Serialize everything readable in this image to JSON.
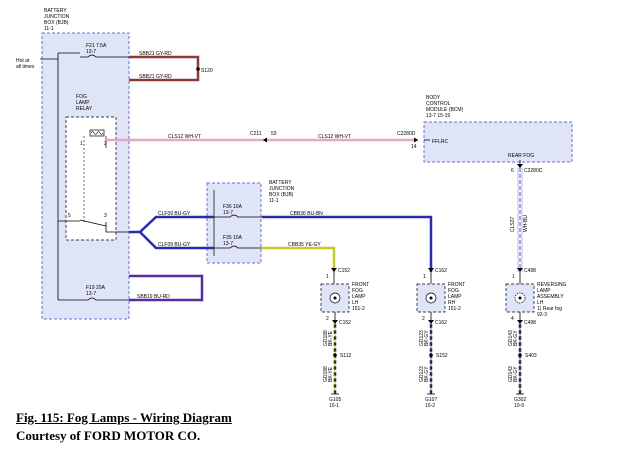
{
  "caption": {
    "title": "Fig. 115: Fog Lamps - Wiring Diagram",
    "credit": "Courtesy of FORD MOTOR CO."
  },
  "bjb": {
    "name1": "BATTERY",
    "name2": "JUNCTION",
    "name3": "BOX (BJB)",
    "ref": "11-1",
    "hot1": "Hot at",
    "hot2": "all times"
  },
  "relay": {
    "name1": "FOG",
    "name2": "LAMP",
    "name3": "RELAY",
    "pin1": "1",
    "pin2": "2",
    "pin3": "3",
    "pin5": "5"
  },
  "fuses": {
    "f21": {
      "label": "F21  7.5A",
      "ref": "13-7"
    },
    "f19": {
      "label": "F19  20A",
      "ref": "13-7"
    },
    "f36": {
      "label": "F36  10A",
      "ref": "13-7"
    },
    "f35": {
      "label": "F35  10A",
      "ref": "13-7"
    }
  },
  "wires": {
    "sbb21_top": "SBB21   GY-RD",
    "sbb21_bottom": "SBB21   GY-RD",
    "s120": "S120",
    "cls12": "CLS12   WH-VT",
    "c211": "C211",
    "c211_pin": "53",
    "c2280d": "C2280D",
    "c2280d_pin": "14",
    "clf09": "CLF09   BU-GY",
    "cbb36": "CBB36   BU-BN",
    "cbb35": "CBB35   YE-GY",
    "sbb19": "SBB19   BU-RD",
    "gd188": "GD188",
    "gd123": "GD123",
    "gd143": "GD143",
    "cls37": "CLS37",
    "bk_ye": "BK-YE",
    "bk_gy": "BK-GY",
    "wh_bu": "WH-BU"
  },
  "bcm": {
    "name1": "BODY",
    "name2": "CONTROL",
    "name3": "MODULE (BCM)",
    "ref": "13-7   15-19",
    "fflrc": "FFLRC",
    "rear_fog": "REAR FOG"
  },
  "bjb2": {
    "name1": "BATTERY",
    "name2": "JUNCTION",
    "name3": "BOX (BJB)",
    "ref": "11-1"
  },
  "lamp_lh": {
    "c_top": "C152",
    "c_bottom": "C152",
    "pin1": "1",
    "pin2": "2",
    "name1": "FRONT",
    "name2": "FOG",
    "name3": "LAMP",
    "name4": "LH",
    "ref": "151-2",
    "splice": "S112",
    "ground": "G105",
    "ground_ref": "10-1"
  },
  "lamp_rh": {
    "c_top": "C162",
    "c_bottom": "C162",
    "pin1": "1",
    "pin2": "2",
    "name1": "FRONT",
    "name2": "FOG",
    "name3": "LAMP",
    "name4": "RH",
    "ref": "151-2",
    "splice": "S152",
    "ground": "G107",
    "ground_ref": "10-2"
  },
  "rear": {
    "pin6": "6",
    "c2280c": "C2280C",
    "c_top": "C498",
    "c_bottom": "C498",
    "pin1": "1",
    "pin4": "4",
    "name1": "REVERSING",
    "name2": "LAMP",
    "name3": "ASSEMBLY",
    "name4": "LH",
    "note": "1) Rear fog",
    "ref": "92-3",
    "splice": "S403",
    "ground": "G302",
    "ground_ref": "10-9"
  }
}
